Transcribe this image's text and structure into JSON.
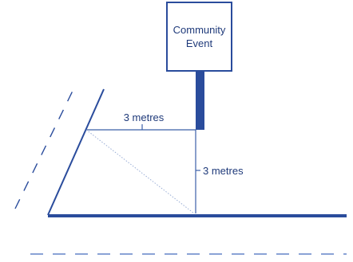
{
  "sign": {
    "line1": "Community",
    "line2": "Event"
  },
  "measurements": {
    "horizontal": "3 metres",
    "vertical": "3 metres"
  },
  "colors": {
    "primary": "#2a4c9c",
    "dashed": "#8aa3d6",
    "thin": "#3b5fa8",
    "text": "#1f3a7a"
  }
}
